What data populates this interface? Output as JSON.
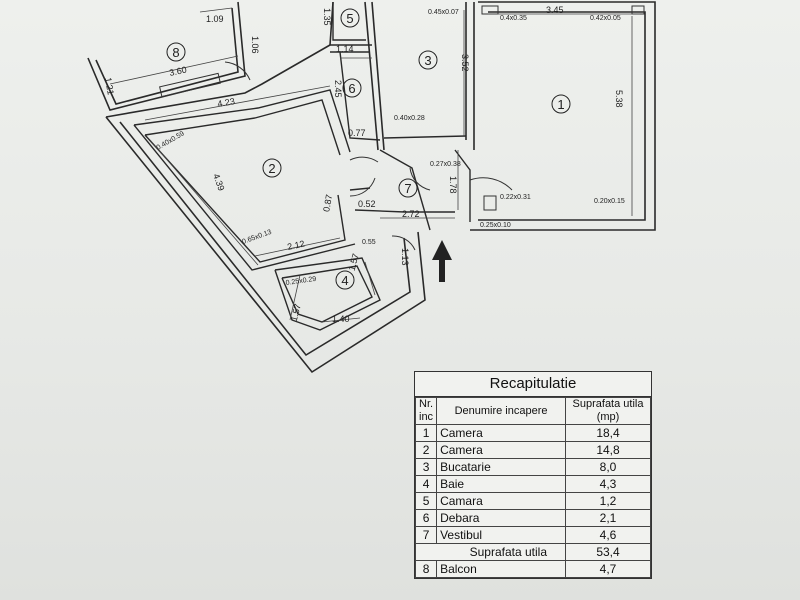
{
  "rooms": [
    {
      "id": "1",
      "label": "1"
    },
    {
      "id": "2",
      "label": "2"
    },
    {
      "id": "3",
      "label": "3"
    },
    {
      "id": "4",
      "label": "4"
    },
    {
      "id": "5",
      "label": "5"
    },
    {
      "id": "6",
      "label": "6"
    },
    {
      "id": "7",
      "label": "7"
    },
    {
      "id": "8",
      "label": "8"
    }
  ],
  "dimensions": {
    "balcony_top": "1.09",
    "balcony_side_right": "1.06",
    "balcony_length": "3.60",
    "balcony_side_left": "1.21",
    "room2_top": "4.23",
    "room2_left": "4.39",
    "room2_bottom": "2.12",
    "room2_window_top": "0.40x0.59",
    "room2_window_bottom": "0.65x0.13",
    "room6_top": "1.14",
    "room6_side": "2.45",
    "room5_side": "1.35",
    "room3_side": "3.52",
    "room3_window": "0.45x0.07",
    "corridor_small": "0.77",
    "corridor_window": "0.40x0.28",
    "room1_top": "3.45",
    "room1_side": "5.38",
    "room1_window_tl": "0.4x0.35",
    "room1_window_tr": "0.42x0.05",
    "room1_window_br": "0.20x0.15",
    "room1_window_bl": "0.22x0.31",
    "door_window": "0.25x0.10",
    "hall_window": "0.27x0.38",
    "hall_side": "1.78",
    "hall_small": "0.52",
    "hall_width": "2.72",
    "hall_side_left": "0.87",
    "hall_window_b": "0.55",
    "hall_side_right": "1.13",
    "room4_side_right": "1.57",
    "room4_window": "0.25x0.29",
    "room4_side_left": "1.57",
    "room4_bottom": "1.40"
  },
  "recap": {
    "title": "Recapitulatie",
    "headers": {
      "nr": "Nr. inc",
      "name": "Denumire incapere",
      "area": "Suprafata utila (mp)"
    },
    "rows": [
      {
        "nr": "1",
        "name": "Camera",
        "area": "18,4"
      },
      {
        "nr": "2",
        "name": "Camera",
        "area": "14,8"
      },
      {
        "nr": "3",
        "name": "Bucatarie",
        "area": "8,0"
      },
      {
        "nr": "4",
        "name": "Baie",
        "area": "4,3"
      },
      {
        "nr": "5",
        "name": "Camara",
        "area": "1,2"
      },
      {
        "nr": "6",
        "name": "Debara",
        "area": "2,1"
      },
      {
        "nr": "7",
        "name": "Vestibul",
        "area": "4,6"
      }
    ],
    "total_label": "Suprafata utila",
    "total_value": "53,4",
    "extra_rows": [
      {
        "nr": "8",
        "name": "Balcon",
        "area": "4,7"
      }
    ]
  }
}
